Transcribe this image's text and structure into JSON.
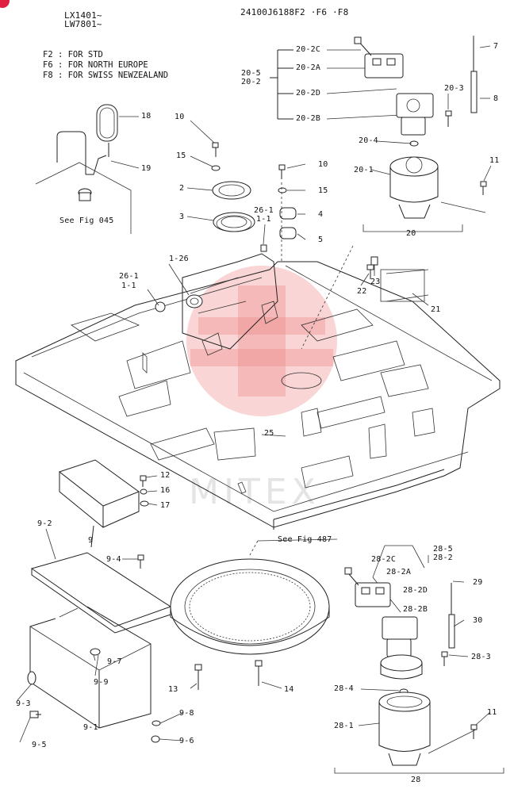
{
  "header": {
    "drawing_number": "24100J6188F2 ·F6 ·F8",
    "serial_1": "LX1401~",
    "serial_2": "LW7801~"
  },
  "notes": [
    "F2 : FOR STD",
    "F6 : FOR NORTH EUROPE",
    "F8 : FOR SWISS NEWZEALAND"
  ],
  "refs": {
    "fig_045": "See Fig 045",
    "fig_487": "See Fig 487"
  },
  "watermark_text": "MITEX",
  "colors": {
    "line": "#222222",
    "watermark": "#e88888",
    "badge": "#e02040"
  },
  "labels": {
    "p7": "7",
    "p8": "8",
    "p10a": "10",
    "p10b": "10",
    "p11a": "11",
    "p11b": "11",
    "p12": "12",
    "p13": "13",
    "p14": "14",
    "p15a": "15",
    "p15b": "15",
    "p16": "16",
    "p17": "17",
    "p18": "18",
    "p19": "19",
    "p2": "2",
    "p3": "3",
    "p4": "4",
    "p5": "5",
    "p20": "20",
    "p20_1": "20-1",
    "p20_2c": "20-2C",
    "p20_2a": "20-2A",
    "p20_2d": "20-2D",
    "p20_2b": "20-2B",
    "p20_3": "20-3",
    "p20_4": "20-4",
    "p20_5": "20-5",
    "p20_2": "20-2",
    "p21": "21",
    "p22": "22",
    "p23": "23",
    "p25": "25",
    "p26_1a": "26-1",
    "p1_1a": "1-1",
    "p26_1b": "26-1",
    "p1_1b": "1-1",
    "p1_26": "1-26",
    "p9_2": "9-2",
    "p9": "9",
    "p9_4": "9-4",
    "p9_7": "9-7",
    "p9_9": "9-9",
    "p9_3": "9-3",
    "p9_5": "9-5",
    "p9_1": "9-1",
    "p9_8": "9-8",
    "p9_6": "9-6",
    "p28": "28",
    "p28_1": "28-1",
    "p28_2c": "28-2C",
    "p28_2a": "28-2A",
    "p28_2d": "28-2D",
    "p28_2b": "28-2B",
    "p28_3": "28-3",
    "p28_4": "28-4",
    "p28_5": "28-5",
    "p28_2": "28-2",
    "p29": "29",
    "p30": "30"
  }
}
